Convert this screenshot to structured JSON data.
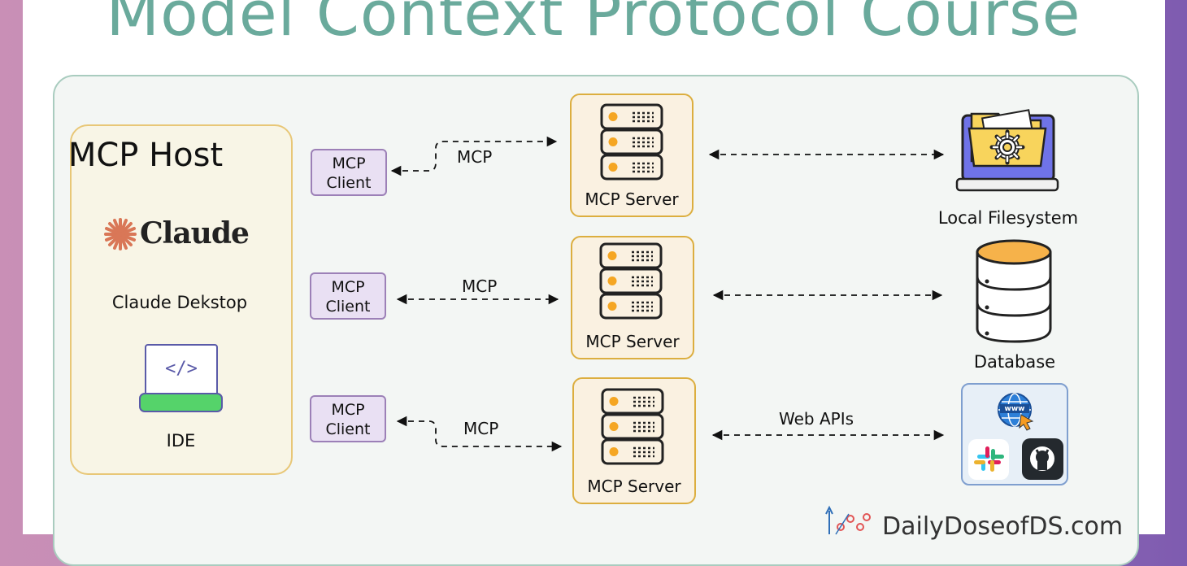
{
  "title": "Model Context Protocol Course",
  "host": {
    "title": "MCP Host",
    "brand": "Claude",
    "desktop_label": "Claude Dekstop",
    "ide_label": "IDE",
    "ide_code": "</>"
  },
  "clients": [
    {
      "line1": "MCP",
      "line2": "Client"
    },
    {
      "line1": "MCP",
      "line2": "Client"
    },
    {
      "line1": "MCP",
      "line2": "Client"
    }
  ],
  "protocol_labels": [
    "MCP",
    "MCP",
    "MCP"
  ],
  "servers": [
    {
      "label": "MCP Server"
    },
    {
      "label": "MCP Server"
    },
    {
      "label": "MCP Server"
    }
  ],
  "resources": [
    {
      "label": "Local Filesystem",
      "icon": "folder-laptop-icon"
    },
    {
      "label": "Database",
      "icon": "database-icon"
    },
    {
      "label": "",
      "icon": "web-apis-icon"
    }
  ],
  "web_apis_label": "Web APIs",
  "web_icon_text": "www",
  "footer": "DailyDoseofDS.com",
  "colors": {
    "title": "#6aaa9c",
    "panel_border": "#a9ccbf",
    "host_fill": "#f8f5e6",
    "host_border": "#e8c777",
    "client_fill": "#e9e0f3",
    "client_border": "#9c80b7",
    "server_fill": "#faf1e1",
    "server_border": "#dcae3f",
    "claude_orange": "#d97757"
  }
}
